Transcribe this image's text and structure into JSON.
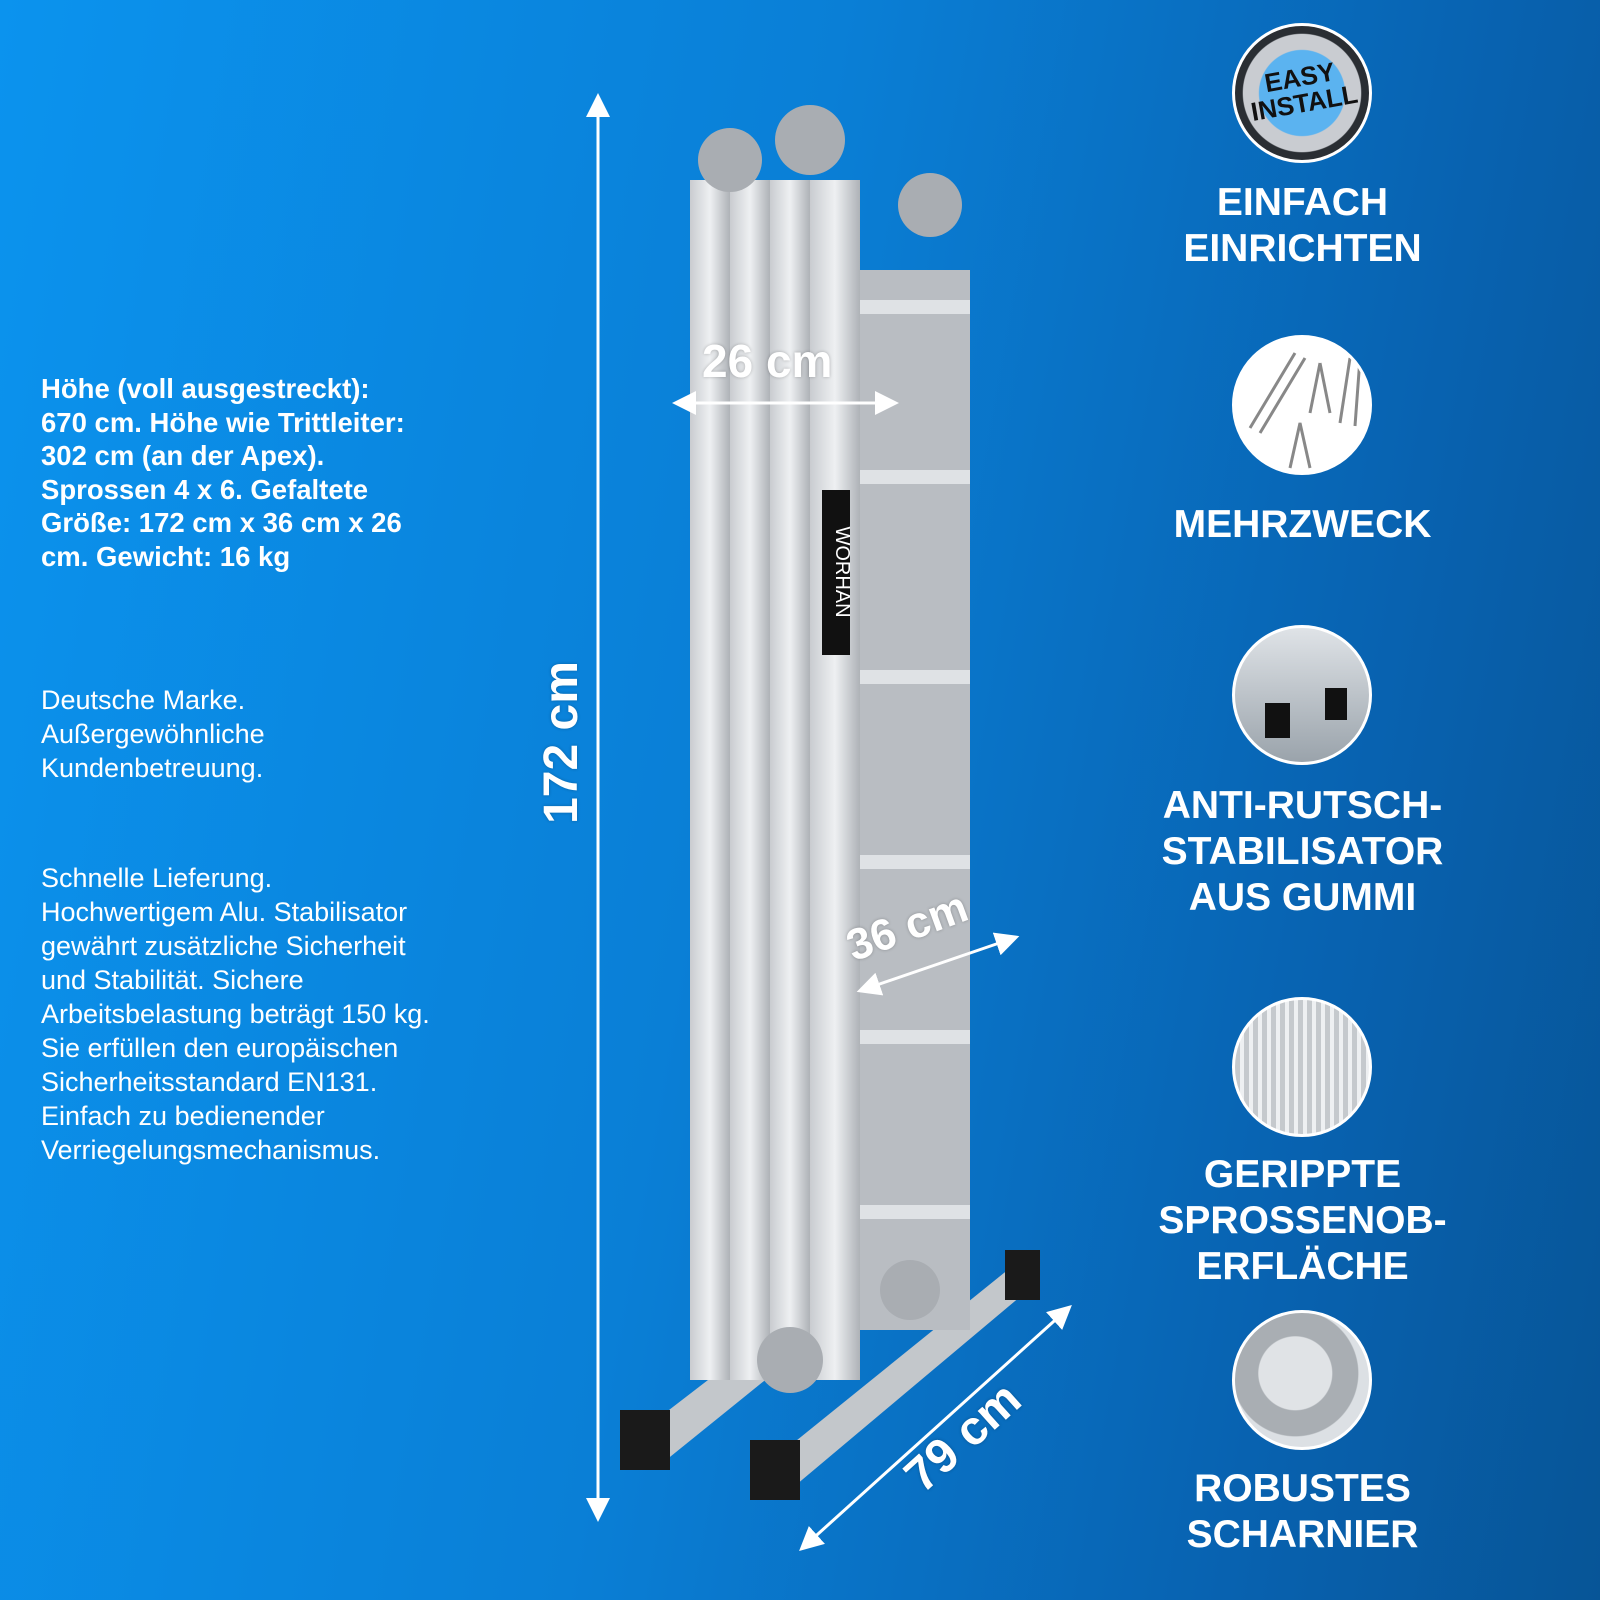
{
  "specs": {
    "paragraph_1": "Höhe (voll ausgestreckt): 670 cm. Höhe wie Trittleiter: 302 cm (an der Apex). Sprossen 4 x 6. Gefaltete Größe: 172 cm x 36 cm x 26 cm. Gewicht: 16 kg",
    "paragraph_2": "Deutsche Marke. Außergewöhnliche Kundenbetreuung.",
    "paragraph_3": "Schnelle Lieferung. Hochwertigem Alu. Stabilisator gewährt zusätzliche Sicherheit und Stabilität. Sichere Arbeitsbelastung beträgt 150 kg. Sie erfüllen den europäischen Sicherheitsstandard EN131. Einfach zu bedienender Verriegelungsmechanismus."
  },
  "dimensions": {
    "height": "172 cm",
    "depth": "26 cm",
    "width": "36 cm",
    "base": "79 cm"
  },
  "product": {
    "brand": "WORHAN",
    "standard": "EN131"
  },
  "badge": {
    "text": "EASY INSTALL"
  },
  "features": [
    {
      "label": "EINFACH EINRICHTEN",
      "icon": "easy-install-seal-icon"
    },
    {
      "label": "MEHRZWECK",
      "icon": "ladder-configurations-icon"
    },
    {
      "label": "ANTI-RUTSCH-STABILISATOR AUS GUMMI",
      "icon": "rubber-foot-icon"
    },
    {
      "label": "GERIPPTE SPROSSENOB-ERFLÄCHE",
      "icon": "ribbed-surface-icon"
    },
    {
      "label": "ROBUSTES SCHARNIER",
      "icon": "hinge-icon"
    }
  ],
  "colors": {
    "background_start": "#0b93ee",
    "background_end": "#075597",
    "text": "#ffffff"
  }
}
